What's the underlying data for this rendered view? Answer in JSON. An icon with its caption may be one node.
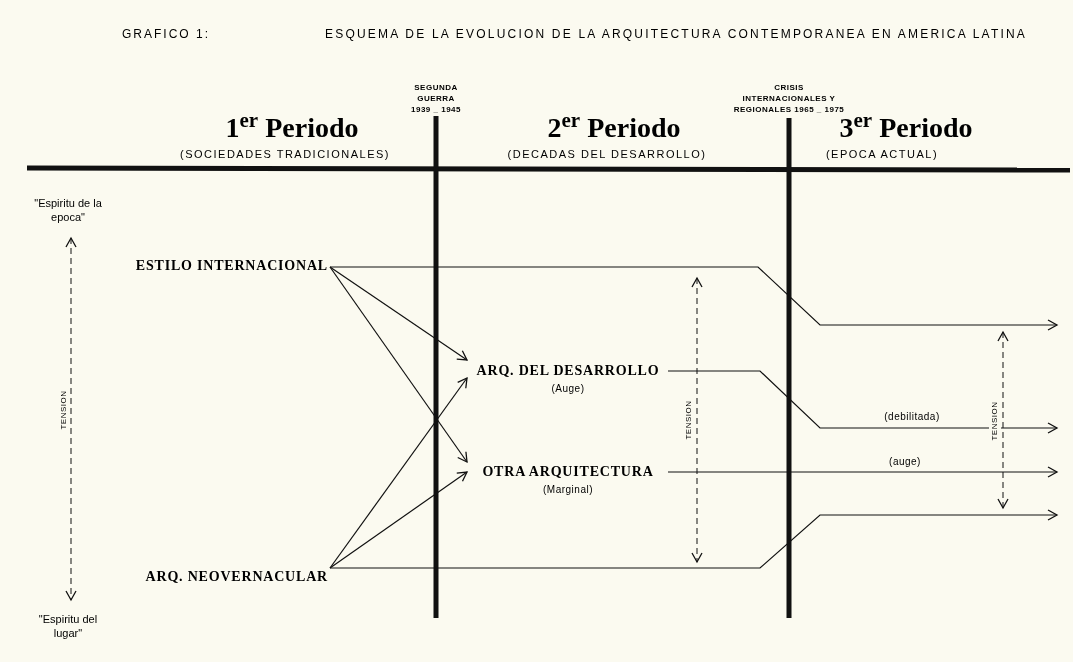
{
  "diagram": {
    "title": "ESQUEMA DE LA EVOLUCION DE LA ARQUITECTURA CONTEMPORANEA EN AMERICA LATINA",
    "nodes": [
      {
        "text": [
          "ESTILO INTERNACIONAL"
        ]
      },
      {
        "text": [
          "ARQ. DEL DESARROLLO",
          "(Auge)"
        ]
      },
      {
        "text": [
          "OTRA ARQUITECTURA",
          "(Marginal)"
        ]
      },
      {
        "text": [
          "ARQ. NEOVERNACULAR"
        ]
      }
    ],
    "edges": [
      {
        "from": 0,
        "to": 1,
        "arrow": "to"
      },
      {
        "from": 0,
        "to": 2,
        "arrow": "to"
      },
      {
        "from": 3,
        "to": 1,
        "arrow": "to"
      },
      {
        "from": 3,
        "to": 2,
        "arrow": "to"
      },
      {
        "from": 0,
        "to": null,
        "arrow": "to"
      },
      {
        "from": 1,
        "to": null,
        "arrow": "to",
        "label": "(debilitada)"
      },
      {
        "from": 2,
        "to": null,
        "arrow": "to",
        "label": "(auge)"
      },
      {
        "from": 3,
        "to": null,
        "arrow": "to"
      }
    ],
    "labels": [
      "GRAFICO 1:",
      "SEGUNDA GUERRA 1939 _ 1945",
      "CRISIS INTERNACIONALES Y REGIONALES 1965 _ 1975",
      "1$^{er}$ Periodo",
      "(SOCIEDADES TRADICIONALES)",
      "2$^{er}$ Periodo",
      "(DECADAS DEL DESARROLLO)",
      "3$^{er}$ Periodo",
      "(EPOCA ACTUAL)",
      "\"Espiritu de la epoca\"",
      "TENSION",
      "TENSION",
      "TENSION",
      "\"Espiritu del lugar\""
    ]
  }
}
